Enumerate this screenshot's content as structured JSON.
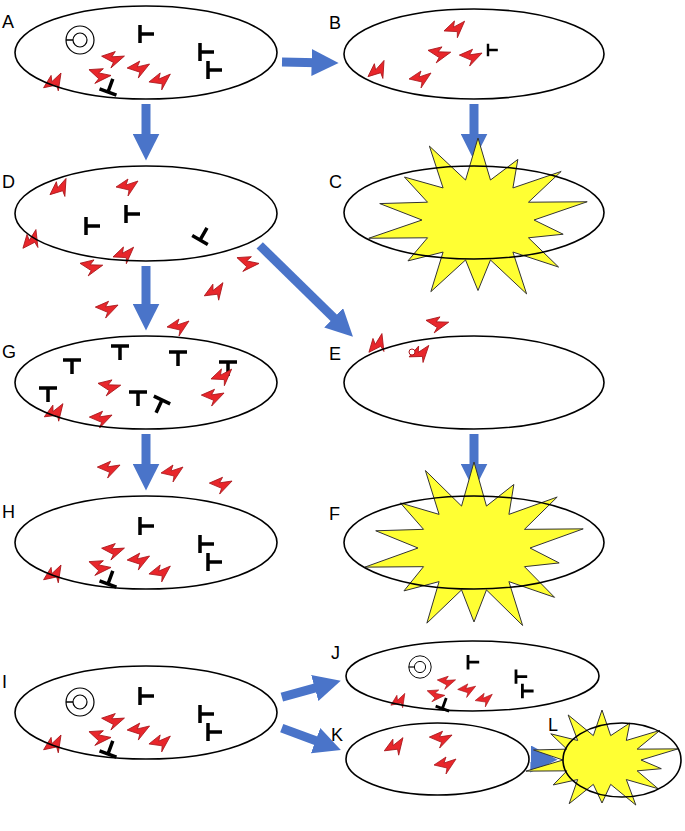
{
  "diagram": {
    "nodes": [
      {
        "text": [
          "A"
        ]
      },
      {
        "text": [
          "B"
        ]
      },
      {
        "text": [
          "C"
        ]
      },
      {
        "text": [
          "D"
        ]
      },
      {
        "text": [
          "E"
        ]
      },
      {
        "text": [
          "F"
        ]
      },
      {
        "text": [
          "G"
        ]
      },
      {
        "text": [
          "H"
        ]
      },
      {
        "text": [
          "I"
        ]
      },
      {
        "text": [
          "J"
        ]
      },
      {
        "text": [
          "K"
        ]
      },
      {
        "text": [
          "L"
        ]
      }
    ],
    "edges": [
      {
        "from": 0,
        "to": 1,
        "arrow": "to"
      },
      {
        "from": 1,
        "to": 2,
        "arrow": "to"
      },
      {
        "from": 0,
        "to": 3,
        "arrow": "to"
      },
      {
        "from": 3,
        "to": 6,
        "arrow": "to"
      },
      {
        "from": 3,
        "to": 4,
        "arrow": "to"
      },
      {
        "from": 6,
        "to": 7,
        "arrow": "to"
      },
      {
        "from": 4,
        "to": 5,
        "arrow": "to"
      },
      {
        "from": 8,
        "to": 9,
        "arrow": "to"
      },
      {
        "from": 8,
        "to": 10,
        "arrow": "to"
      },
      {
        "from": 10,
        "to": 11,
        "arrow": "to"
      }
    ]
  }
}
